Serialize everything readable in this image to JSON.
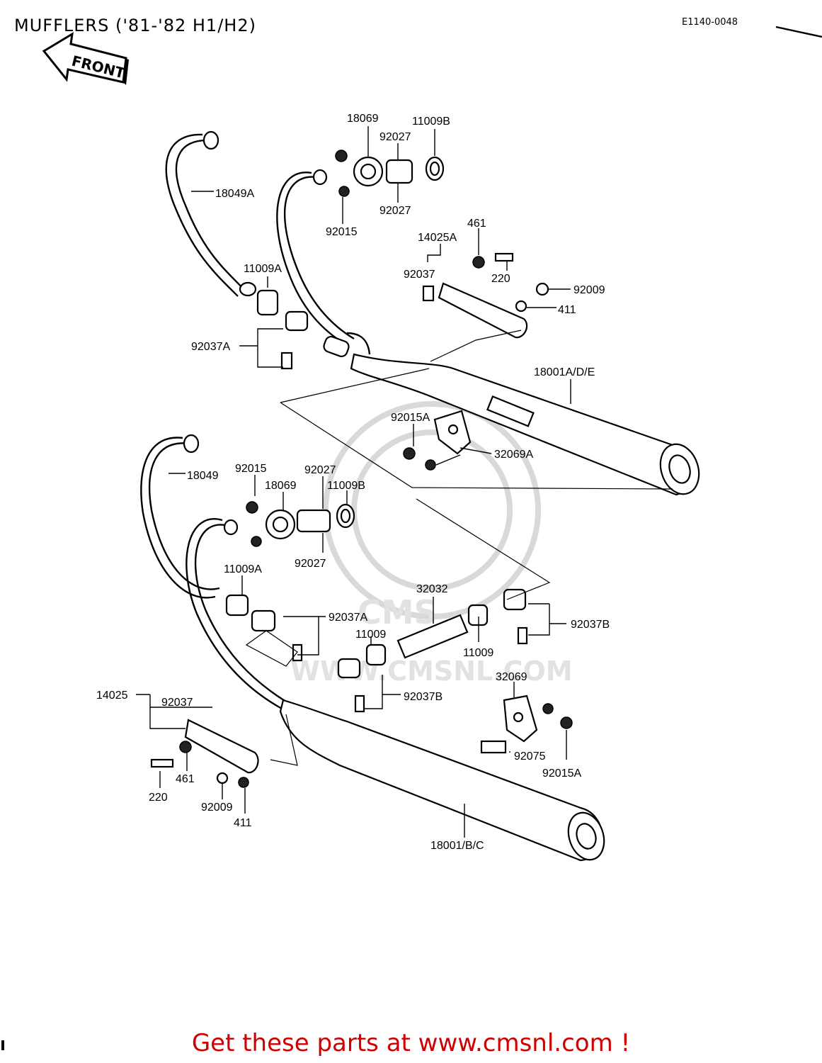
{
  "header": {
    "title": "MUFFLERS ('81-'82 H1/H2)",
    "diagram_code": "E1140-0048",
    "front_arrow_label": "FRONT"
  },
  "watermark": {
    "logo_text": "CMS",
    "url_text": "WWW.CMSNL.COM"
  },
  "footer": {
    "cta": "Get these parts at www.cmsnl.com !"
  },
  "upper_assembly_labels": {
    "p18069": "18069",
    "p11009B": "11009B",
    "p92027_top": "92027",
    "p92027_bottom": "92027",
    "p92015": "92015",
    "p18049A": "18049A",
    "p461": "461",
    "p14025A": "14025A",
    "p220": "220",
    "p92037": "92037",
    "p92009": "92009",
    "p411": "411",
    "p11009A": "11009A",
    "p92037A": "92037A",
    "p18001ADE": "18001A/D/E",
    "p92015A": "92015A",
    "p32069A": "32069A"
  },
  "lower_assembly_labels": {
    "p18049": "18049",
    "p92015": "92015",
    "p92027_top": "92027",
    "p18069": "18069",
    "p11009B": "11009B",
    "p92027_bottom": "92027",
    "p11009A": "11009A",
    "p32032": "32032",
    "p92037A": "92037A",
    "p92037B_right": "92037B",
    "p11009_left": "11009",
    "p11009_right": "11009",
    "p32069": "32069",
    "p14025": "14025",
    "p92037": "92037",
    "p92037B_center": "92037B",
    "p92075": "92075",
    "p92015A": "92015A",
    "p461": "461",
    "p220": "220",
    "p92009": "92009",
    "p411": "411",
    "p18001BC": "18001/B/C"
  }
}
